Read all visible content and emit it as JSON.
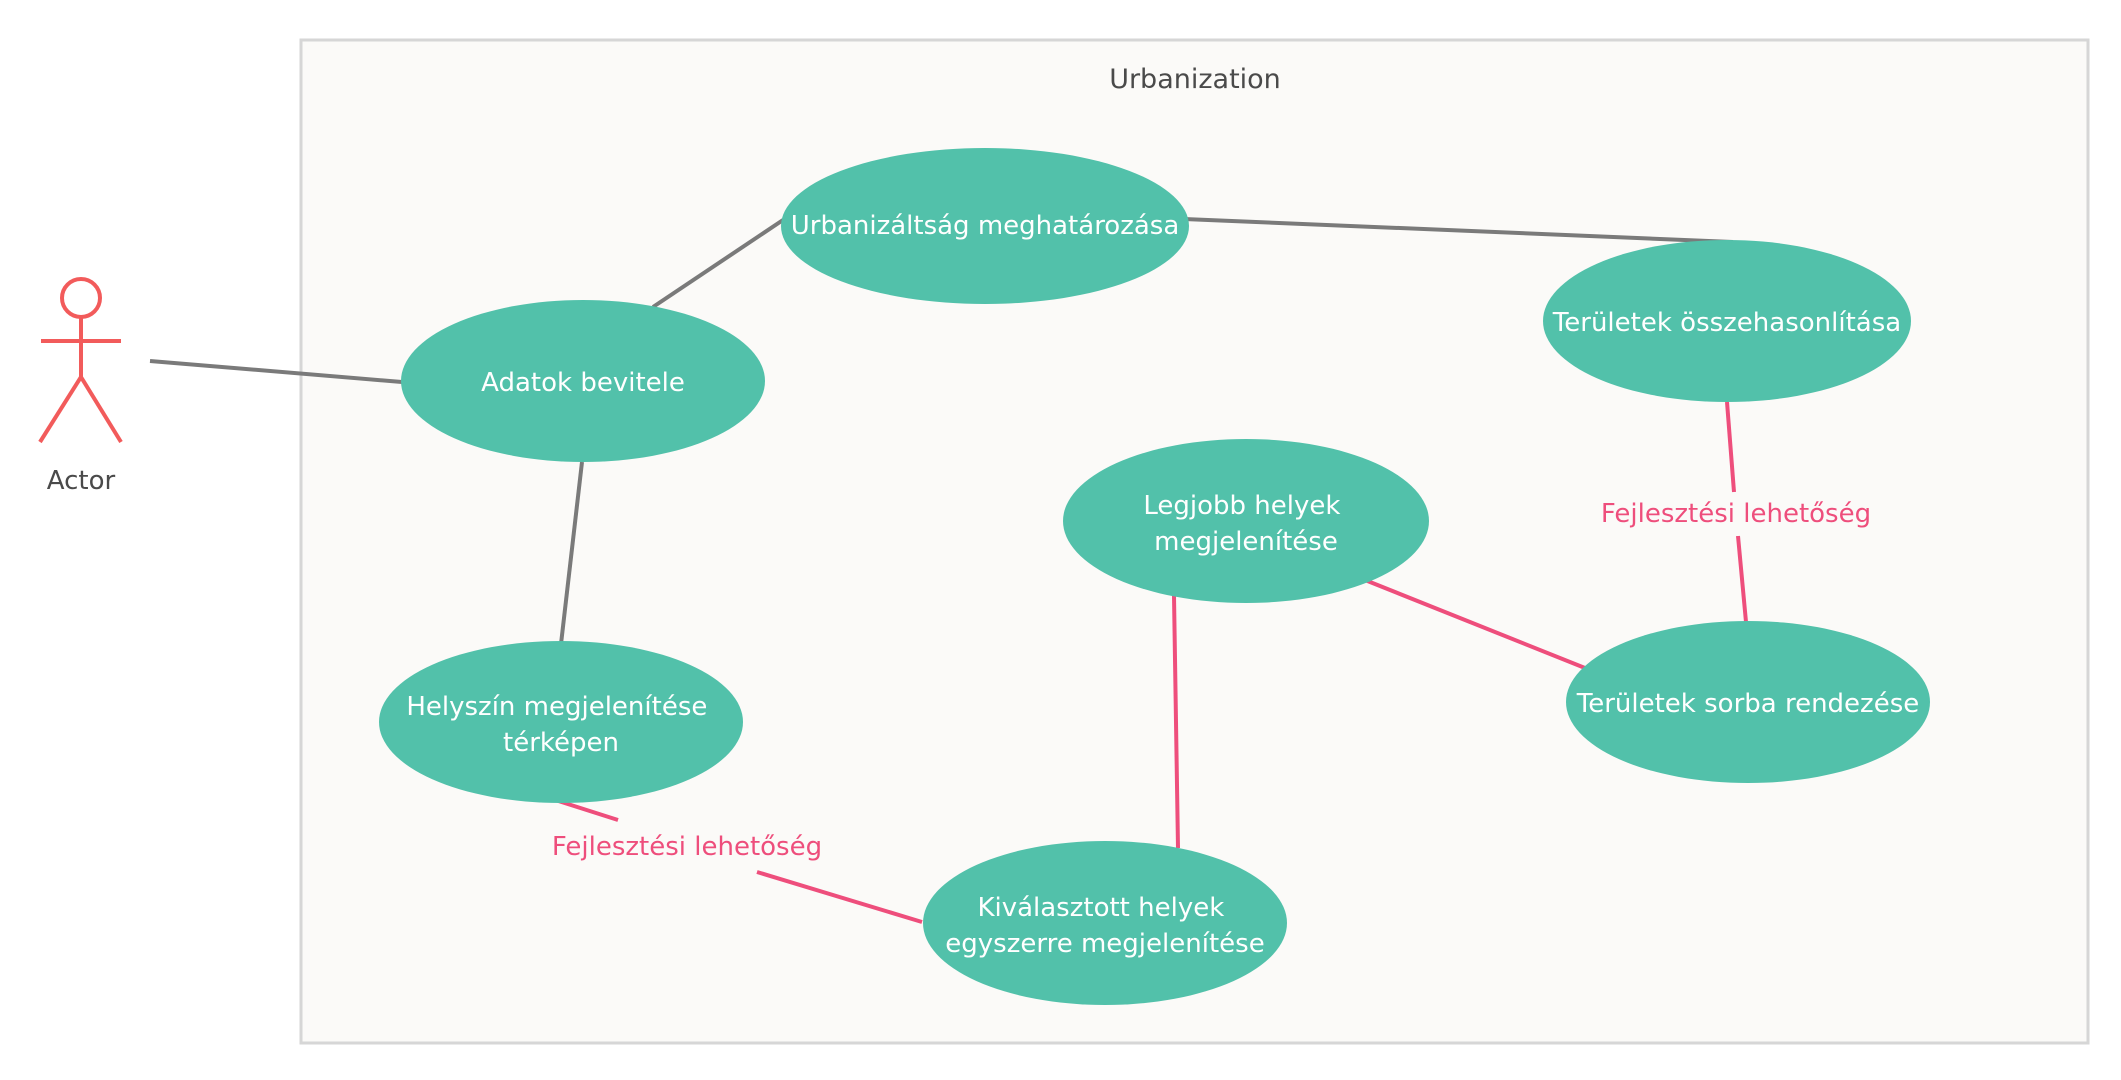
{
  "diagram": {
    "boundary_title": "Urbanization",
    "actor": {
      "label": "Actor"
    },
    "usecases": {
      "urbanizaltsag": "Urbanizáltság meghatározása",
      "adatok": "Adatok bevitele",
      "teruletek_osszehasonlitasa": "Területek összehasonlítása",
      "legjobb": [
        "Legjobb helyek",
        "megjelenítése"
      ],
      "helyszin": [
        "Helyszín megjelenítése",
        "térképen"
      ],
      "teruletek_sorba": "Területek sorba rendezése",
      "kivalasztott": [
        "Kiválasztott helyek",
        "egyszerre megjelenítése"
      ]
    },
    "extension_labels": {
      "right": "Fejlesztési lehetőség",
      "left": "Fejlesztési lehetőség"
    },
    "colors": {
      "usecase_fill": "#52c1aa",
      "association_line": "#7a7a7a",
      "extension_line": "#ee4e7c",
      "actor": "#f25b5b",
      "boundary_fill": "#fbfaf8",
      "boundary_stroke": "#d6d6d6"
    }
  }
}
